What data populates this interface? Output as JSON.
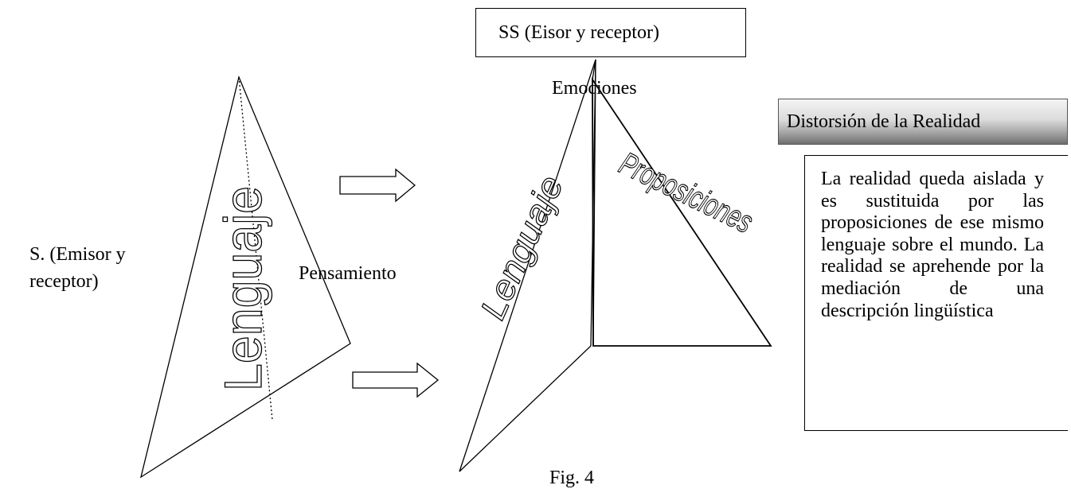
{
  "ss_box": {
    "label": "SS (Eisor y receptor)"
  },
  "distortion_box": {
    "label": "Distorsión de la Realidad"
  },
  "description_box": {
    "text": "La realidad queda aislada y es sustituida por las proposiciones de ese mismo lenguaje sobre el mundo. La realidad se aprehende por la mediación de una descripción lingüística"
  },
  "labels": {
    "emociones": "Emociones",
    "emisor": "S. (Emisor y receptor)",
    "pensamiento": "Pensamiento",
    "figure_caption": "Fig. 4"
  },
  "wordart": {
    "lenguaje_left": "Lenguaje",
    "lenguaje_right": "Lenguaje",
    "proposiciones": "Proposiciones"
  }
}
